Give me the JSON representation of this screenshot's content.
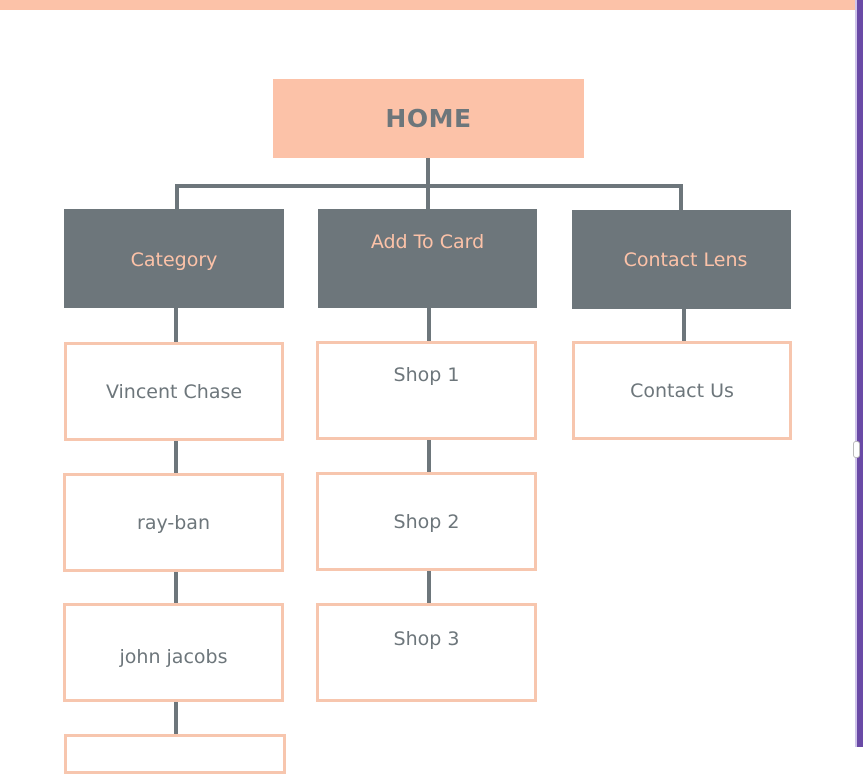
{
  "diagram": {
    "root": {
      "label": "HOME"
    },
    "branches": [
      {
        "label": "Category",
        "children": [
          "Vincent Chase",
          "ray-ban",
          "john jacobs"
        ]
      },
      {
        "label": "Add To Card",
        "children": [
          "Shop 1",
          "Shop 2",
          "Shop 3"
        ]
      },
      {
        "label": "Contact Lens",
        "children": [
          "Contact Us"
        ]
      }
    ]
  },
  "colors": {
    "accent_peach": "#fcc2a8",
    "slate": "#6d767b",
    "leaf_border": "#f7c6ae"
  }
}
